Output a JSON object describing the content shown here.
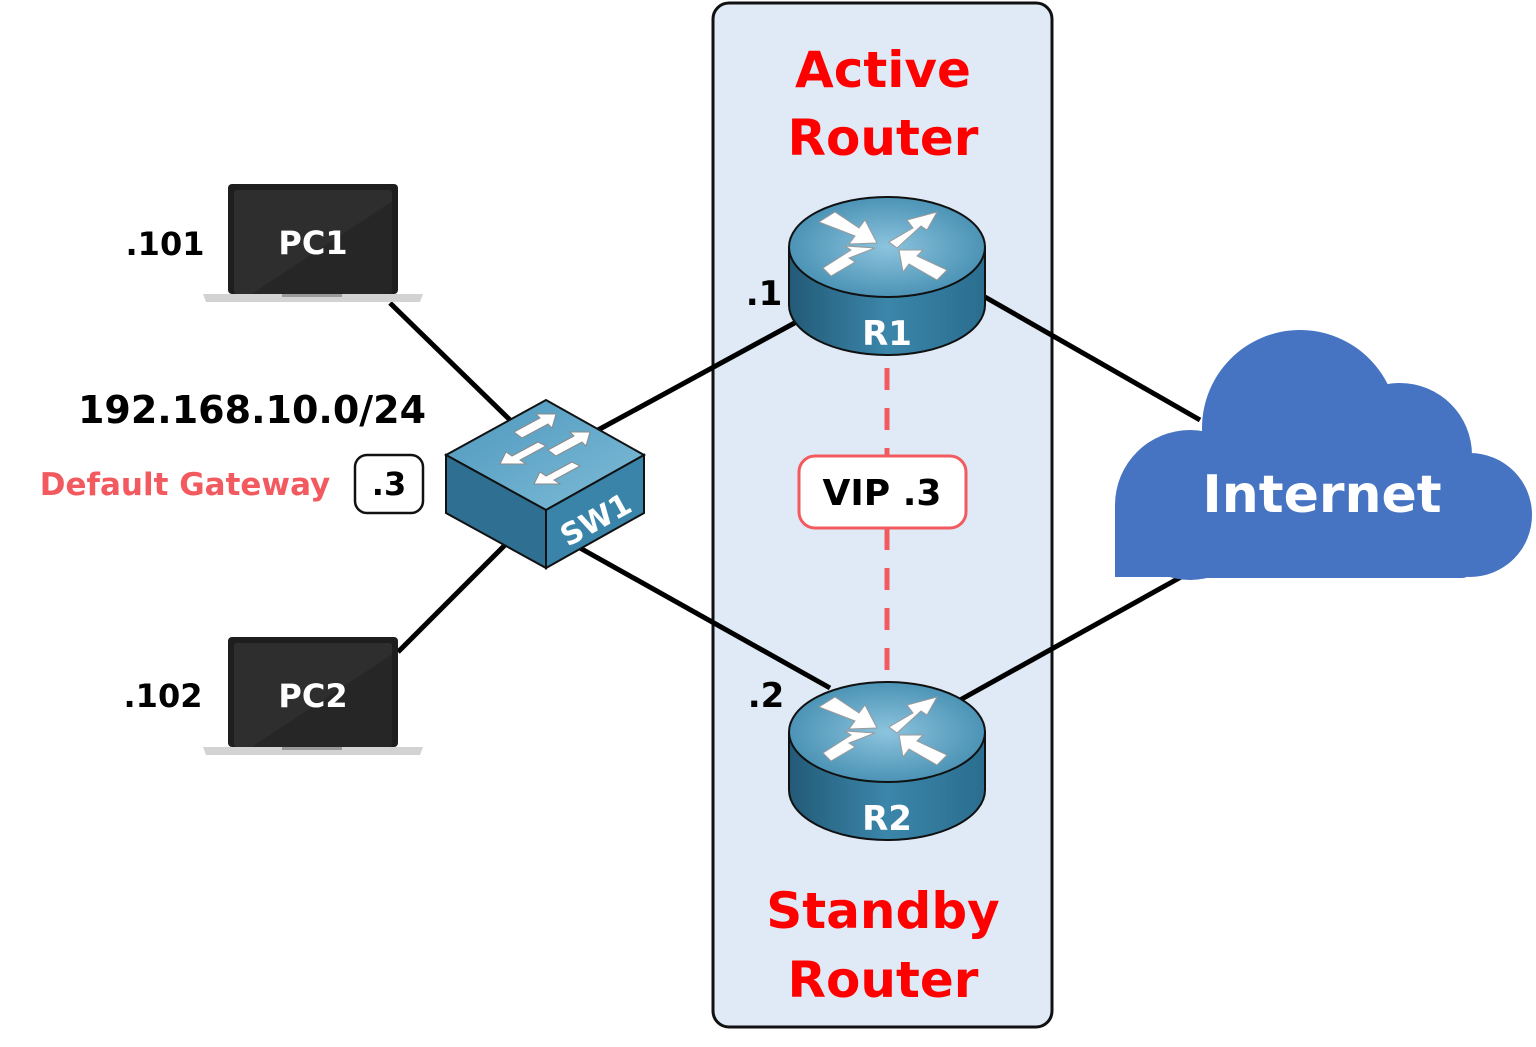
{
  "colors": {
    "red_title": "#ff0000",
    "red_light": "#f25a5f",
    "panel_bg": "#dfeaf6",
    "cloud": "#4674c3",
    "device_blue": "#3f8db0",
    "laptop": "#232323",
    "link": "#000000"
  },
  "hsrp_group": {
    "active_label_line1": "Active",
    "active_label_line2": "Router",
    "standby_label_line1": "Standby",
    "standby_label_line2": "Router",
    "vip_label": "VIP .3"
  },
  "devices": {
    "r1": {
      "name": "R1",
      "ip_suffix": ".1",
      "icon": "router-icon"
    },
    "r2": {
      "name": "R2",
      "ip_suffix": ".2",
      "icon": "router-icon"
    },
    "sw1": {
      "name": "SW1",
      "icon": "switch-icon"
    },
    "pc1": {
      "name": "PC1",
      "ip_suffix": ".101",
      "icon": "laptop-icon"
    },
    "pc2": {
      "name": "PC2",
      "ip_suffix": ".102",
      "icon": "laptop-icon"
    },
    "internet": {
      "name": "Internet",
      "icon": "cloud-icon"
    }
  },
  "subnet": {
    "network": "192.168.10.0/24",
    "gateway_label": "Default Gateway",
    "gateway_value": ".3"
  }
}
